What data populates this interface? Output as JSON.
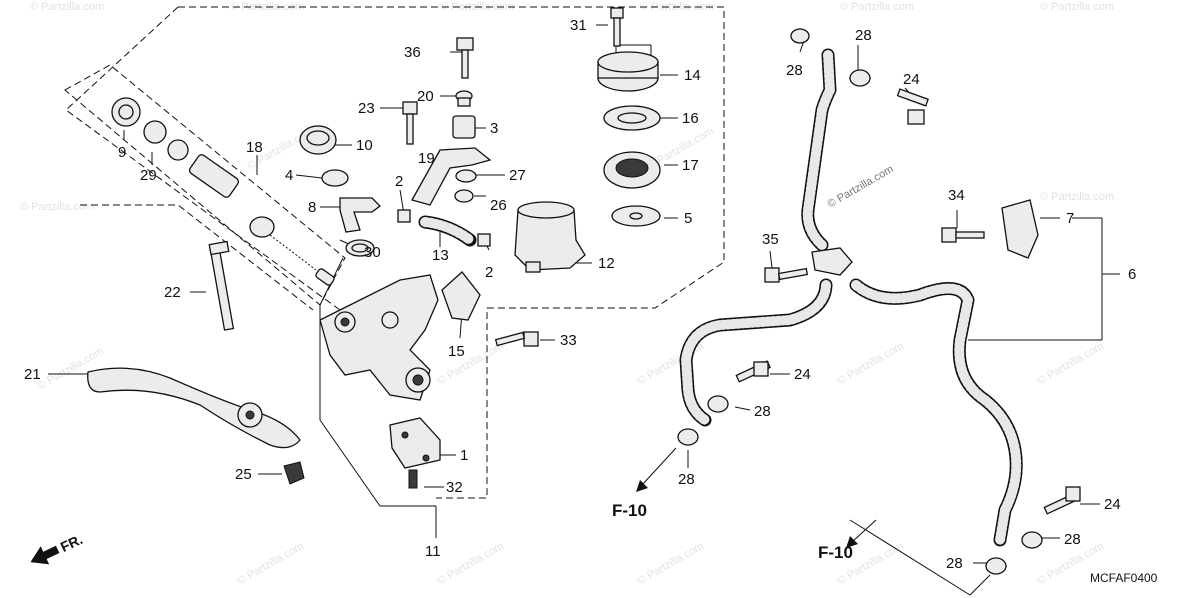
{
  "watermark": "© Partzilla.com",
  "diagram_code": "MCFAF0400",
  "front_label": "FR.",
  "refs": {
    "f10_left": "F-10",
    "f10_right": "F-10"
  },
  "callouts": {
    "c1": "1",
    "c2a": "2",
    "c2b": "2",
    "c3": "3",
    "c4": "4",
    "c5": "5",
    "c6": "6",
    "c7": "7",
    "c8": "8",
    "c9": "9",
    "c10": "10",
    "c11": "11",
    "c12": "12",
    "c13": "13",
    "c14": "14",
    "c15": "15",
    "c16": "16",
    "c17": "17",
    "c18": "18",
    "c19": "19",
    "c20": "20",
    "c21": "21",
    "c22": "22",
    "c23": "23",
    "c24a": "24",
    "c24b": "24",
    "c24c": "24",
    "c25": "25",
    "c26": "26",
    "c27": "27",
    "c28a": "28",
    "c28b": "28",
    "c28c": "28",
    "c28d": "28",
    "c28e": "28",
    "c28f": "28",
    "c29": "29",
    "c30": "30",
    "c31": "31",
    "c32": "32",
    "c33": "33",
    "c34": "34",
    "c35": "35",
    "c36": "36"
  }
}
